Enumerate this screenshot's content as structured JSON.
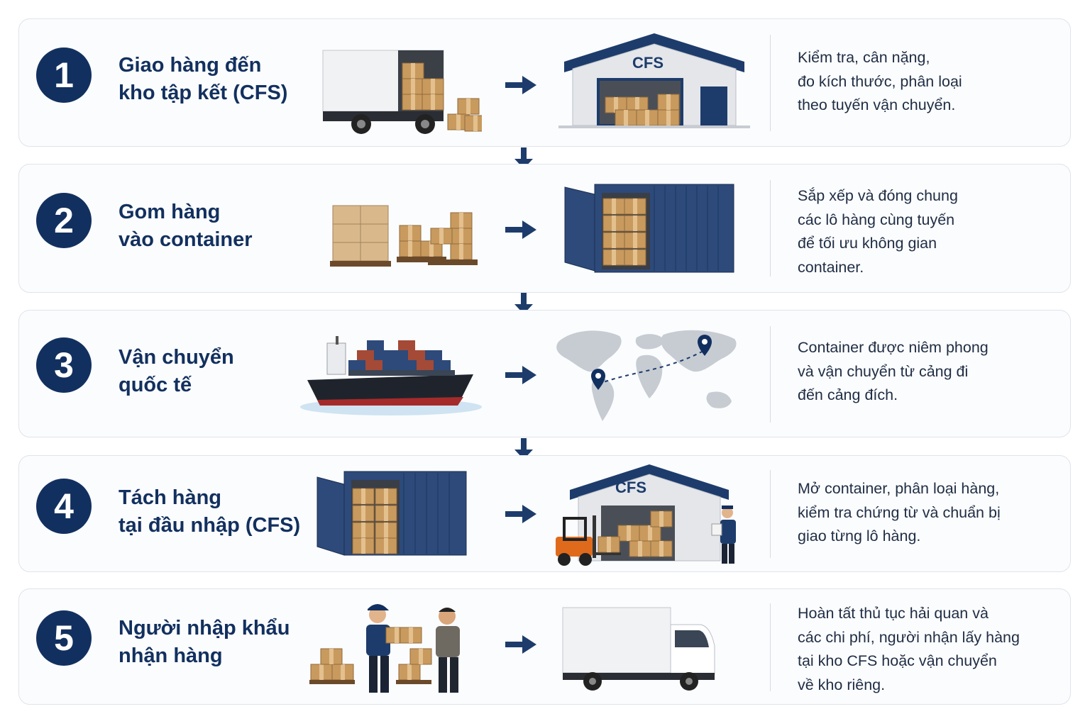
{
  "steps": [
    {
      "number": "1",
      "title_lines": [
        "Giao hàng đến",
        "kho tập kết (CFS)"
      ],
      "desc_lines": [
        "Kiểm tra, cân nặng,",
        "đo kích thước, phân loại",
        "theo tuyến vận chuyển."
      ],
      "warehouse_sign": "CFS"
    },
    {
      "number": "2",
      "title_lines": [
        "Gom hàng",
        "vào container"
      ],
      "desc_lines": [
        "Sắp xếp và đóng chung",
        "các lô hàng cùng tuyến",
        "để tối ưu không gian",
        "container."
      ]
    },
    {
      "number": "3",
      "title_lines": [
        "Vận chuyển",
        "quốc tế"
      ],
      "desc_lines": [
        "Container được niêm phong",
        "và vận chuyển từ cảng đi",
        "đến cảng đích."
      ]
    },
    {
      "number": "4",
      "title_lines": [
        "Tách hàng",
        "tại đầu nhập (CFS)"
      ],
      "desc_lines": [
        "Mở container, phân loại hàng,",
        "kiểm tra chứng từ và chuẩn bị",
        "giao từng lô hàng."
      ],
      "warehouse_sign": "CFS"
    },
    {
      "number": "5",
      "title_lines": [
        "Người nhập khẩu",
        "nhận hàng"
      ],
      "desc_lines": [
        "Hoàn tất thủ tục hải quan và",
        "các chi phí, người nhận lấy hàng",
        "tại kho CFS hoặc vận chuyển",
        "về kho riêng."
      ]
    }
  ],
  "colors": {
    "navy": "#12305f",
    "arrow": "#1d3c6b",
    "box": "#c99a5e",
    "container": "#2d4a7a"
  }
}
